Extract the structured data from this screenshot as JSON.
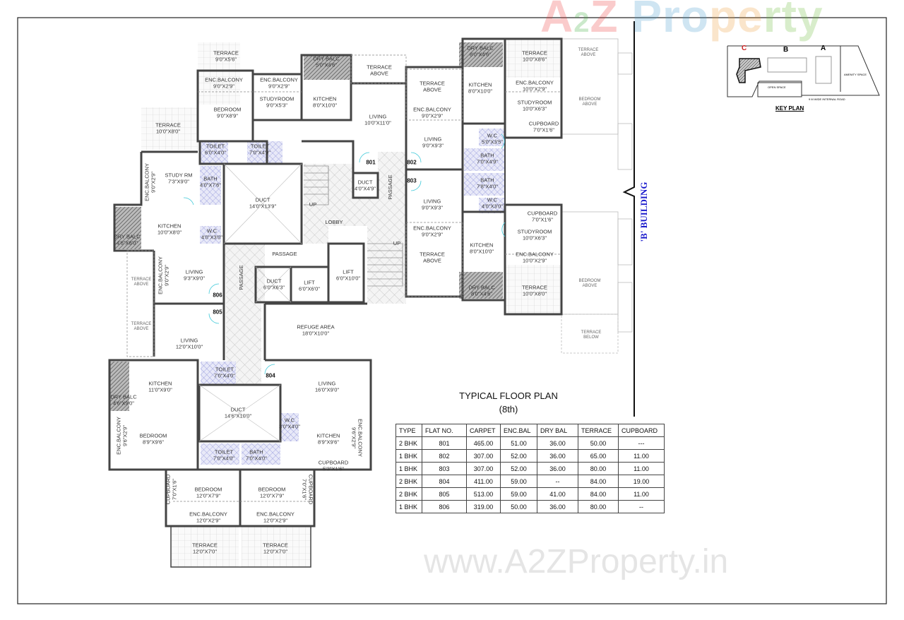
{
  "watermark": {
    "logo": "A2Z Property",
    "url": "www.A2ZProperty.in"
  },
  "title": {
    "line1": "TYPICAL FLOOR PLAN",
    "line2": "(8th)"
  },
  "adjacent_building": "'B' BUILDING",
  "key_plan": {
    "label": "KEY PLAN",
    "blocks": [
      "C",
      "B",
      "A"
    ],
    "highlighted": "C",
    "highlight_color": "#cc2222",
    "small_labels": [
      "OPEN SPACE",
      "AMENITY SPACE",
      "9 M WIDE INTERNAL ROAD"
    ]
  },
  "flat_numbers": [
    "801",
    "802",
    "803",
    "804",
    "805",
    "806"
  ],
  "rooms": [
    {
      "name": "TERRACE",
      "size": "9'0\"X5'6\""
    },
    {
      "name": "ENC.BALCONY",
      "size": "9'0\"X2'9\""
    },
    {
      "name": "ENC.BALCONY",
      "size": "9'0\"X2'9\""
    },
    {
      "name": "DRY BALC",
      "size": "5'0\"X4'6\""
    },
    {
      "name": "TERRACE",
      "size": "ABOVE"
    },
    {
      "name": "STUDYROOM",
      "size": "9'0\"X5'3\""
    },
    {
      "name": "BEDROOM",
      "size": "9'0\"X8'9\""
    },
    {
      "name": "KITCHEN",
      "size": "8'0\"X10'0\""
    },
    {
      "name": "LIVING",
      "size": "10'0\"X11'0\""
    },
    {
      "name": "TERRACE",
      "size": "10'0\"X8'0\""
    },
    {
      "name": "TOILET",
      "size": "6'0\"X4'0\""
    },
    {
      "name": "TOILET",
      "size": "7'0\"X4'9\""
    },
    {
      "name": "ENC.BALCONY",
      "size": "9'0\"X2'9\""
    },
    {
      "name": "STUDY RM",
      "size": "7'3\"X9'0\""
    },
    {
      "name": "BATH",
      "size": "4'0\"X7'6\""
    },
    {
      "name": "DUCT",
      "size": "14'0\"X13'9\""
    },
    {
      "name": "DUCT",
      "size": "4'0\"X4'9\""
    },
    {
      "name": "PASSAGE",
      "size": ""
    },
    {
      "name": "UP",
      "size": ""
    },
    {
      "name": "LOBBY",
      "size": ""
    },
    {
      "name": "KITCHEN",
      "size": "10'0\"X8'0\""
    },
    {
      "name": "W.C",
      "size": "4'0\"X3'0\""
    },
    {
      "name": "DRY BALC",
      "size": "4'6\"X8'0\""
    },
    {
      "name": "UP",
      "size": ""
    },
    {
      "name": "DRY BALC",
      "size": "8'0\"X4'6\""
    },
    {
      "name": "TERRACE",
      "size": "10'0\"X8'6\""
    },
    {
      "name": "TERRACE",
      "size": "ABOVE"
    },
    {
      "name": "TERRACE",
      "size": "ABOVE"
    },
    {
      "name": "KITCHEN",
      "size": "8'0\"X10'0\""
    },
    {
      "name": "ENC.BALCONY",
      "size": "10'0\"X2'9\""
    },
    {
      "name": "STUDYROOM",
      "size": "10'0\"X6'3\""
    },
    {
      "name": "BEDROOM",
      "size": "ABOVE"
    },
    {
      "name": "ENC.BALCONY",
      "size": "9'0\"X2'9\""
    },
    {
      "name": "CUPBOARD",
      "size": "7'0\"X1'6\""
    },
    {
      "name": "LIVING",
      "size": "9'0\"X9'3\""
    },
    {
      "name": "W.C",
      "size": "5'0\"X3'5\""
    },
    {
      "name": "BATH",
      "size": "7'0\"X4'9\""
    },
    {
      "name": "BATH",
      "size": "7'8\"X4'0\""
    },
    {
      "name": "W.C",
      "size": "4'0\"X3'0\""
    },
    {
      "name": "LIVING",
      "size": "9'0\"X9'3\""
    },
    {
      "name": "CUPBOARD",
      "size": "7'0\"X1'6\""
    },
    {
      "name": "STUDYROOM",
      "size": "10'0\"X6'3\""
    },
    {
      "name": "ENC.BALCONY",
      "size": "9'0\"X2'9\""
    },
    {
      "name": "KITCHEN",
      "size": "8'0\"X10'0\""
    },
    {
      "name": "ENC.BALCONY",
      "size": "10'0\"X2'9\""
    },
    {
      "name": "TERRACE",
      "size": "ABOVE"
    },
    {
      "name": "BEDROOM",
      "size": "ABOVE"
    },
    {
      "name": "DRY BALC",
      "size": "8'0\"X4'6\""
    },
    {
      "name": "TERRACE",
      "size": "10'0\"X8'0\""
    },
    {
      "name": "TERRACE",
      "size": "BELOW"
    },
    {
      "name": "PASSAGE",
      "size": ""
    },
    {
      "name": "TERRACE",
      "size": "ABOVE"
    },
    {
      "name": "ENC.BALCONY",
      "size": "9'0\"X2'9\""
    },
    {
      "name": "LIVING",
      "size": "9'3\"X9'0\""
    },
    {
      "name": "PASSAGE",
      "size": ""
    },
    {
      "name": "DUCT",
      "size": "6'0\"X6'3\""
    },
    {
      "name": "LIFT",
      "size": "6'0\"X6'0\""
    },
    {
      "name": "LIFT",
      "size": "6'0\"X10'0\""
    },
    {
      "name": "TERRACE",
      "size": "ABOVE"
    },
    {
      "name": "REFUGE AREA",
      "size": "18'0\"X10'0\""
    },
    {
      "name": "LIVING",
      "size": "12'0\"X10'0\""
    },
    {
      "name": "TOILET",
      "size": "7'0\"X4'0\""
    },
    {
      "name": "KITCHEN",
      "size": "11'0\"X9'0\""
    },
    {
      "name": "LIVING",
      "size": "16'0\"X9'0\""
    },
    {
      "name": "DRY BALC",
      "size": "4'6\"X9'0\""
    },
    {
      "name": "DUCT",
      "size": "14'6\"X10'0\""
    },
    {
      "name": "W.C",
      "size": "3'0\"X4'0\""
    },
    {
      "name": "ENC.BALCONY",
      "size": "9'6\"X2'9\""
    },
    {
      "name": "BEDROOM",
      "size": "8'9\"X9'6\""
    },
    {
      "name": "KITCHEN",
      "size": "8'9\"X9'6\""
    },
    {
      "name": "ENC.BALCONY",
      "size": "9'6\"X2'9\""
    },
    {
      "name": "TOILET",
      "size": "7'0\"X4'0\""
    },
    {
      "name": "BATH",
      "size": "7'0\"X4'0\""
    },
    {
      "name": "CUPBOARD",
      "size": "5'3\"X1'6\""
    },
    {
      "name": "CUPBOARD",
      "size": "7'0\"X1'6\""
    },
    {
      "name": "BEDROOM",
      "size": "12'0\"X7'9\""
    },
    {
      "name": "BEDROOM",
      "size": "12'0\"X7'9\""
    },
    {
      "name": "CUPBOARD",
      "size": "7'0\"X1'6\""
    },
    {
      "name": "ENC.BALCONY",
      "size": "12'0\"X2'9\""
    },
    {
      "name": "ENC.BALCONY",
      "size": "12'0\"X2'9\""
    },
    {
      "name": "TERRACE",
      "size": "12'0\"X7'0\""
    },
    {
      "name": "TERRACE",
      "size": "12'0\"X7'0\""
    }
  ],
  "area_table": {
    "headers": [
      "TYPE",
      "FLAT NO.",
      "CARPET",
      "ENC.BAL",
      "DRY BAL",
      "TERRACE",
      "CUPBOARD"
    ],
    "rows": [
      [
        "2 BHK",
        "801",
        "465.00",
        "51.00",
        "36.00",
        "50.00",
        "---"
      ],
      [
        "1 BHK",
        "802",
        "307.00",
        "52.00",
        "36.00",
        "65.00",
        "11.00"
      ],
      [
        "1 BHK",
        "803",
        "307.00",
        "52.00",
        "36.00",
        "80.00",
        "11.00"
      ],
      [
        "2 BHK",
        "804",
        "411.00",
        "59.00",
        "--",
        "84.00",
        "19.00"
      ],
      [
        "2 BHK",
        "805",
        "513.00",
        "59.00",
        "41.00",
        "84.00",
        "11.00"
      ],
      [
        "1 BHK",
        "806",
        "319.00",
        "50.00",
        "36.00",
        "80.00",
        "--"
      ]
    ]
  },
  "colors": {
    "wall": "#444444",
    "wet_area_hatch": "#8a8fd8",
    "door_swing": "#3cc8d8",
    "building_label": "#1a1acc"
  }
}
